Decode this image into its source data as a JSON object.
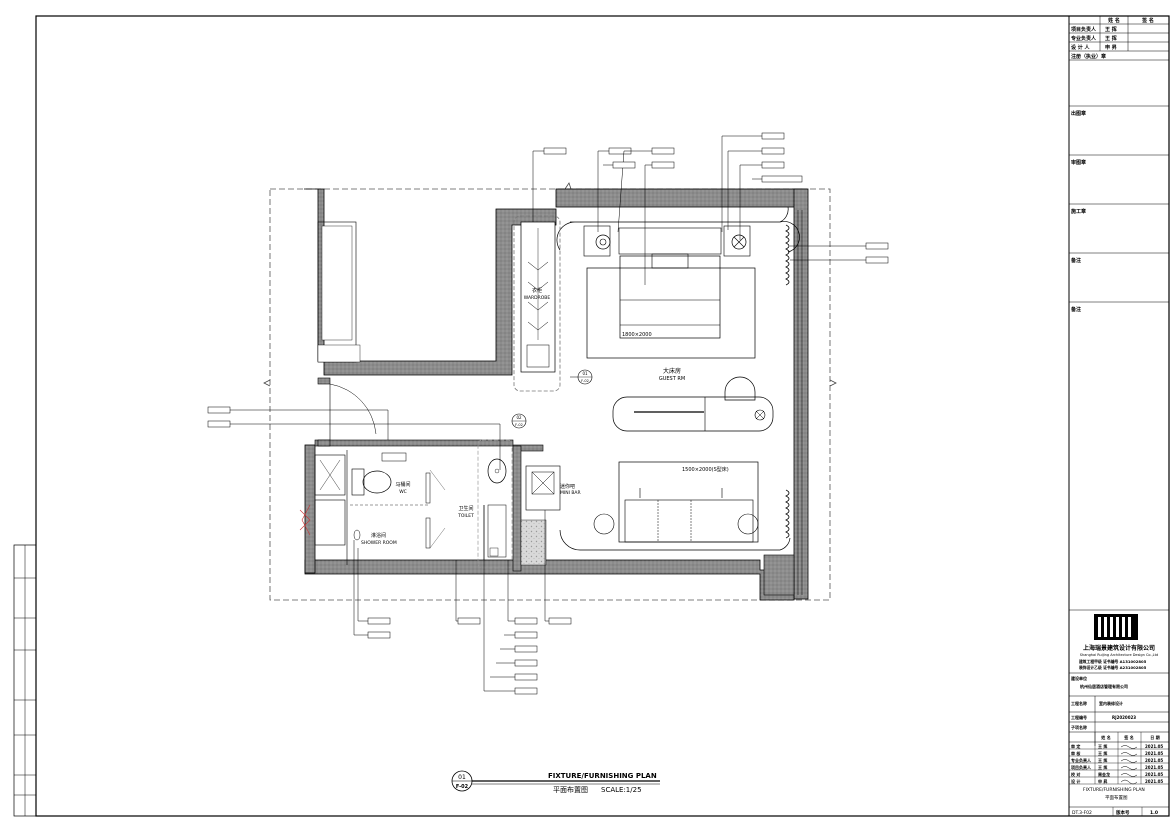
{
  "drawing": {
    "room_cn": "大床房",
    "room_en": "GUEST RM",
    "bed_size": "1800×2000",
    "sofa_size": "1500×2000(S型床)",
    "wardrobe_cn": "衣柜",
    "wardrobe_en": "WARDROBE",
    "minibar_cn": "迷你吧",
    "minibar_en": "MINI BAR",
    "wc_cn": "马桶间",
    "wc_en": "WC",
    "toilet_cn": "卫生间",
    "toilet_en": "TOILET",
    "shower_cn": "淋浴间",
    "shower_en": "SHOWER ROOM",
    "callout_01": "01",
    "callout_02": "02",
    "callout_sheet": "F-02"
  },
  "title": {
    "number": "01",
    "sheet": "F-02",
    "en": "FIXTURE/FURNISHING PLAN",
    "cn": "平面布置图",
    "scale": "SCALE:1/25"
  },
  "titleblock": {
    "head_name": "姓 名",
    "head_sign": "签 名",
    "roles": [
      "项目负责人",
      "专业负责人",
      "设 计 人"
    ],
    "names": [
      "王 挥",
      "王 挥",
      "申 昇"
    ],
    "reg_stamp": "注册（执业）章",
    "out_stamp": "出图章",
    "review_stamp": "审图章",
    "construction_stamp": "施工章",
    "remarks": "备注",
    "company_cn": "上海瑞景建筑设计有限公司",
    "company_en": "Shanghai Ruijing Architecture Design Co.,Ltd",
    "cert_1": "建筑工程甲级 证书编号 A131002805",
    "cert_2": "装饰设计乙级 证书编号 A231002805",
    "client_label": "建设单位",
    "client": "杭州仙居酒店管理有限公司",
    "project_label": "工程名称",
    "project_name": "室内装修设计",
    "drawing_no_label": "工程编号",
    "drawing_no": "RJ2020023",
    "subitem_label": "子项名称",
    "sign_headers": [
      "姓 名",
      "签 名",
      "日 期"
    ],
    "sign_roles": [
      "审 定",
      "审 核",
      "专业负责人",
      "项目负责人",
      "校 对",
      "设 计"
    ],
    "sign_names": [
      "王 挥",
      "王 挥",
      "王 挥",
      "王 挥",
      "周金龙",
      "申 昇"
    ],
    "sign_dates": [
      "2021.05",
      "2021.05",
      "2021.05",
      "2021.05",
      "2021.05",
      "2021.05"
    ],
    "sheet_title_en": "FIXTURE/FURNISHING PLAN",
    "sheet_title_cn": "平面布置图",
    "sheet_no": "DT.3-F02",
    "version_label": "版本号",
    "version": "1.0"
  }
}
